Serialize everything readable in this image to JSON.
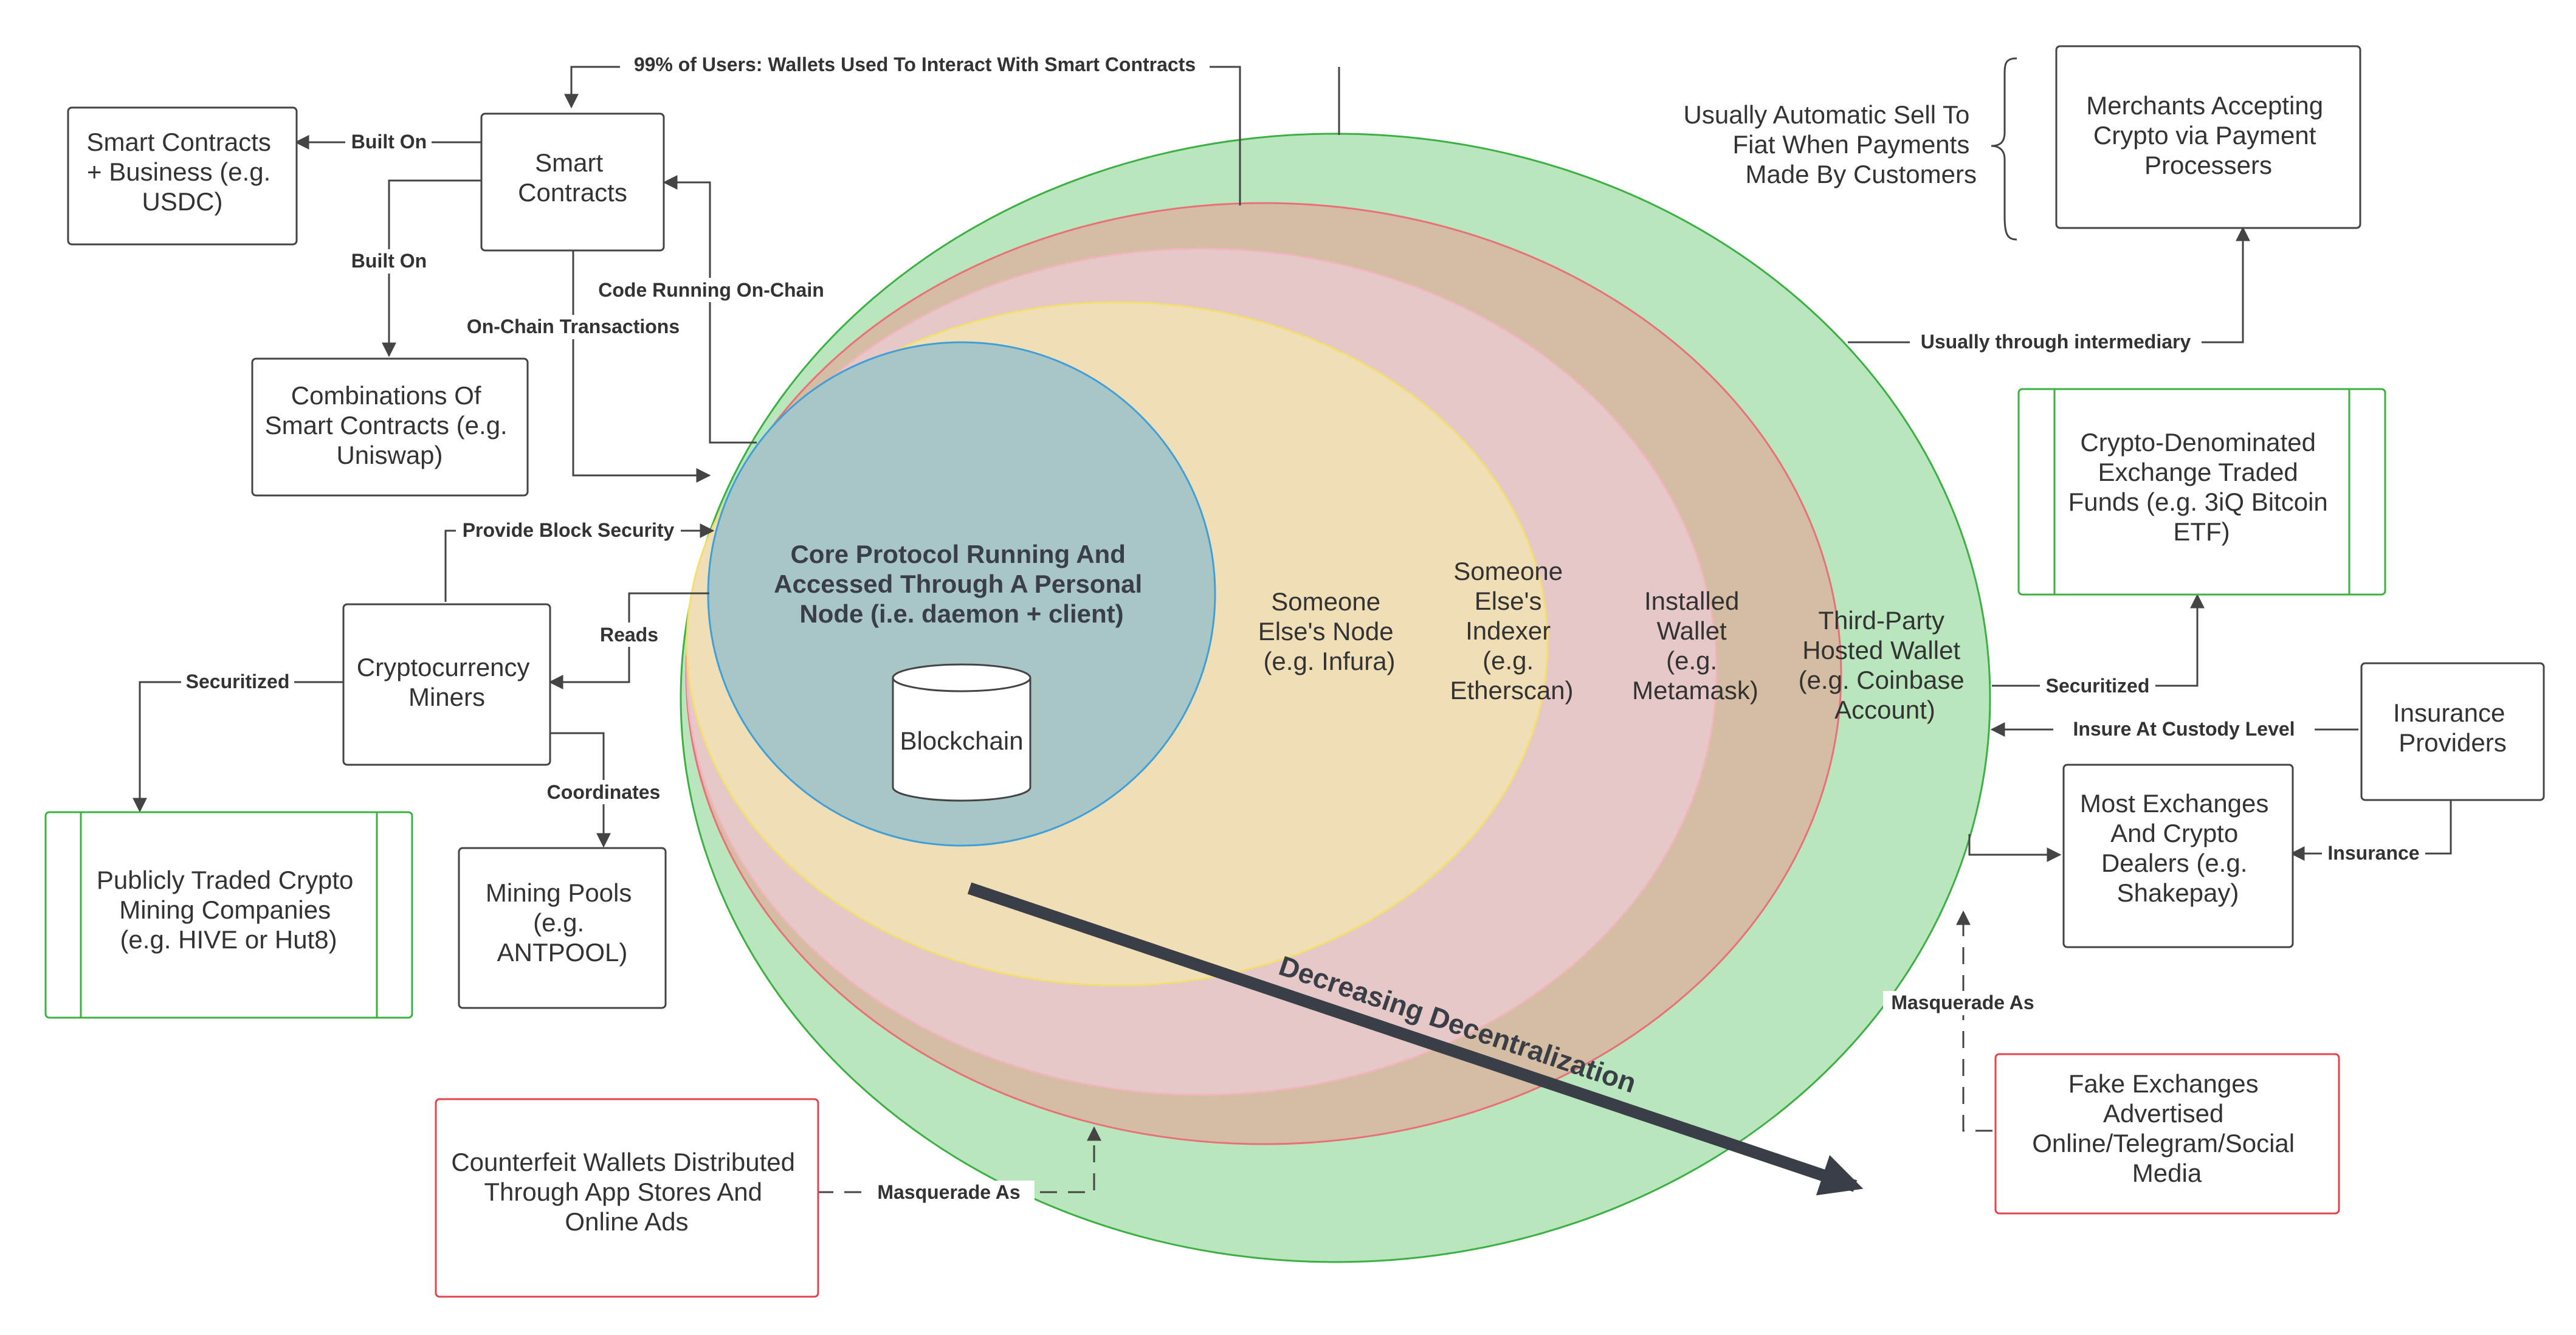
{
  "rings": {
    "third_party": "Third-Party Hosted Wallet (e.g. Coinbase Account)",
    "installed_wallet": "Installed Wallet (e.g. Metamask)",
    "indexer": "Someone Else's Indexer (e.g. Etherscan)",
    "node": "Someone Else's Node (e.g. Infura)",
    "core": "Core Protocol Running And Accessed Through A Personal Node (i.e. daemon + client)",
    "blockchain": "Blockchain"
  },
  "boxes": {
    "smart_contracts": "Smart Contracts",
    "smart_contracts_business": "Smart Contracts + Business (e.g. USDC)",
    "combinations": "Combinations Of Smart Contracts (e.g. Uniswap)",
    "miners": "Cryptocurrency Miners",
    "mining_companies": "Publicly Traded Crypto Mining Companies (e.g. HIVE or Hut8)",
    "mining_pools": "Mining Pools (e.g. ANTPOOL)",
    "counterfeit_wallets": "Counterfeit Wallets Distributed Through App Stores And Online Ads",
    "merchants": "Merchants Accepting Crypto via Payment Processers",
    "etf": "Crypto-Denominated Exchange Traded Funds (e.g. 3iQ Bitcoin ETF)",
    "insurance": "Insurance Providers",
    "exchanges": "Most Exchanges And Crypto Dealers (e.g. Shakepay)",
    "fake_exchanges": "Fake Exchanges Advertised Online/Telegram/Social Media"
  },
  "edges": {
    "users_wallets": "99% of Users: Wallets Used To Interact With Smart Contracts",
    "built_on_1": "Built On",
    "built_on_2": "Built On",
    "code_running": "Code Running On-Chain",
    "onchain_tx": "On-Chain Transactions",
    "block_security": "Provide Block Security",
    "reads": "Reads",
    "securitized_miners": "Securitized",
    "coordinates": "Coordinates",
    "masquerade_wallets": "Masquerade As",
    "intermediary": "Usually through intermediary",
    "securitized_etf": "Securitized",
    "custody": "Insure At Custody Level",
    "insurance": "Insurance",
    "masquerade_exchanges": "Masquerade As"
  },
  "annotations": {
    "auto_sell": "Usually Automatic Sell To Fiat When Payments Made By Customers",
    "decentralization": "Decreasing Decentralization"
  },
  "colors": {
    "green_ring": "#b9e6bd",
    "wallet_ring": "#d4bda3",
    "indexer_ring": "#e6c8c9",
    "node_ring": "#f0deb7",
    "core_ring": "#a9c6c6",
    "arrow": "#3a3f47"
  }
}
